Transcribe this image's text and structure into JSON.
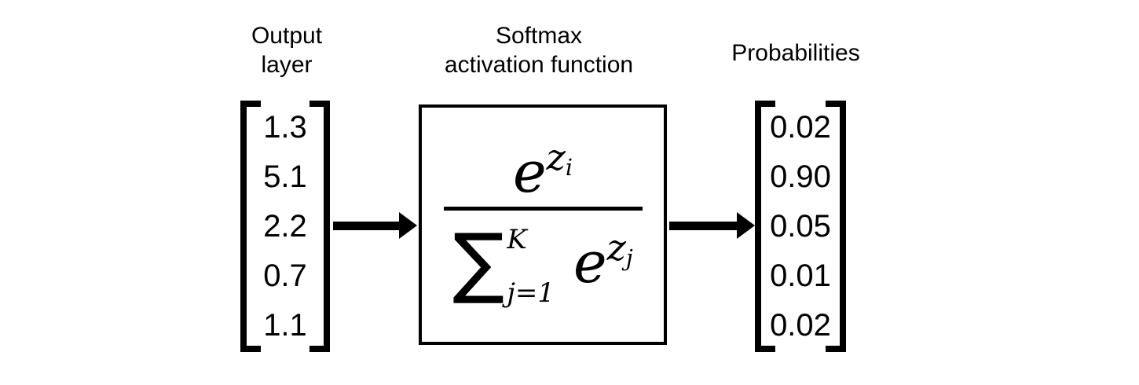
{
  "labels": {
    "output_layer": {
      "line1": "Output",
      "line2": "layer"
    },
    "softmax": {
      "line1": "Softmax",
      "line2": "activation function"
    },
    "probabilities": "Probabilities"
  },
  "input_vector": {
    "values": [
      "1.3",
      "5.1",
      "2.2",
      "0.7",
      "1.1"
    ]
  },
  "output_vector": {
    "values": [
      "0.02",
      "0.90",
      "0.05",
      "0.01",
      "0.02"
    ]
  },
  "formula": {
    "numerator": {
      "base": "e",
      "sup_base": "z",
      "sup_sub": "i"
    },
    "denominator": {
      "sum_symbol": "∑",
      "upper_limit": "K",
      "lower_limit": "j=1",
      "base": "e",
      "sup_base": "z",
      "sup_sub": "j"
    }
  },
  "colors": {
    "ink": "#000000",
    "background": "#ffffff"
  }
}
